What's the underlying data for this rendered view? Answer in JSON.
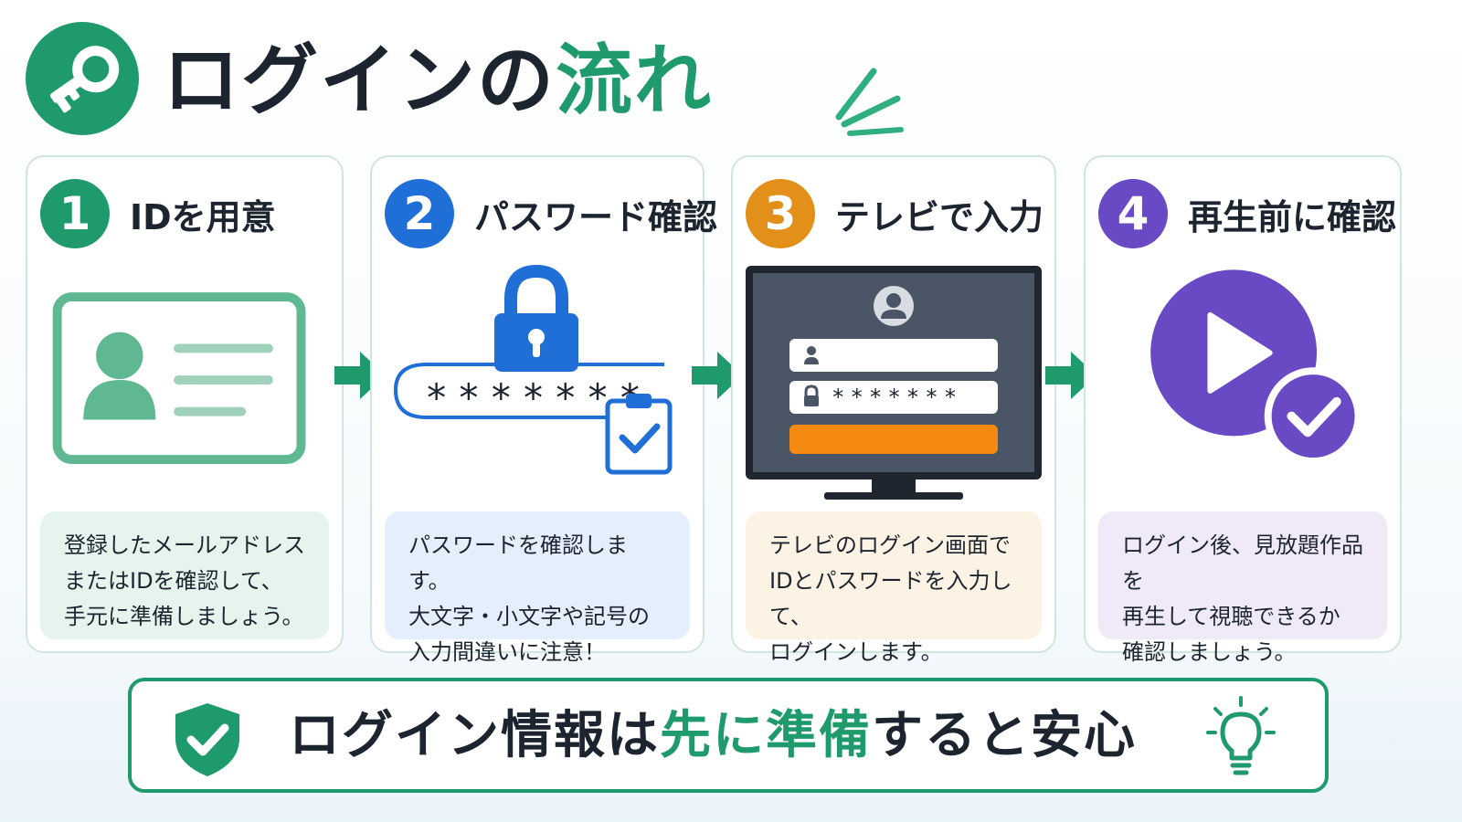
{
  "header": {
    "title_main": "ログインの",
    "title_accent": "流れ",
    "icon": "key-icon",
    "accent_color": "#1e9a6c"
  },
  "steps": [
    {
      "number": "1",
      "label": "IDを用意",
      "color": "#1e9a6c",
      "icon": "id-card-icon",
      "description": "登録したメールアドレス\nまたはIDを確認して、\n手元に準備しましょう。"
    },
    {
      "number": "2",
      "label": "パスワード確認",
      "color": "#1f6fd6",
      "icon": "lock-icon",
      "password_mask": "*******",
      "description": "パスワードを確認します。\n大文字・小文字や記号の\n入力間違いに注意！"
    },
    {
      "number": "3",
      "label": "テレビで入力",
      "color": "#e3901a",
      "icon": "tv-login-icon",
      "password_mask": "*******",
      "description": "テレビのログイン画面で\nIDとパスワードを入力して、\nログインします。"
    },
    {
      "number": "4",
      "label": "再生前に確認",
      "color": "#6a49c4",
      "icon": "play-check-icon",
      "description": "ログイン後、見放題作品を\n再生して視聴できるか\n確認しましょう。"
    }
  ],
  "banner": {
    "text_before": "ログイン情報は",
    "text_accent": "先に準備",
    "text_after": "すると安心",
    "icon_left": "shield-check-icon",
    "icon_right": "lightbulb-icon"
  }
}
